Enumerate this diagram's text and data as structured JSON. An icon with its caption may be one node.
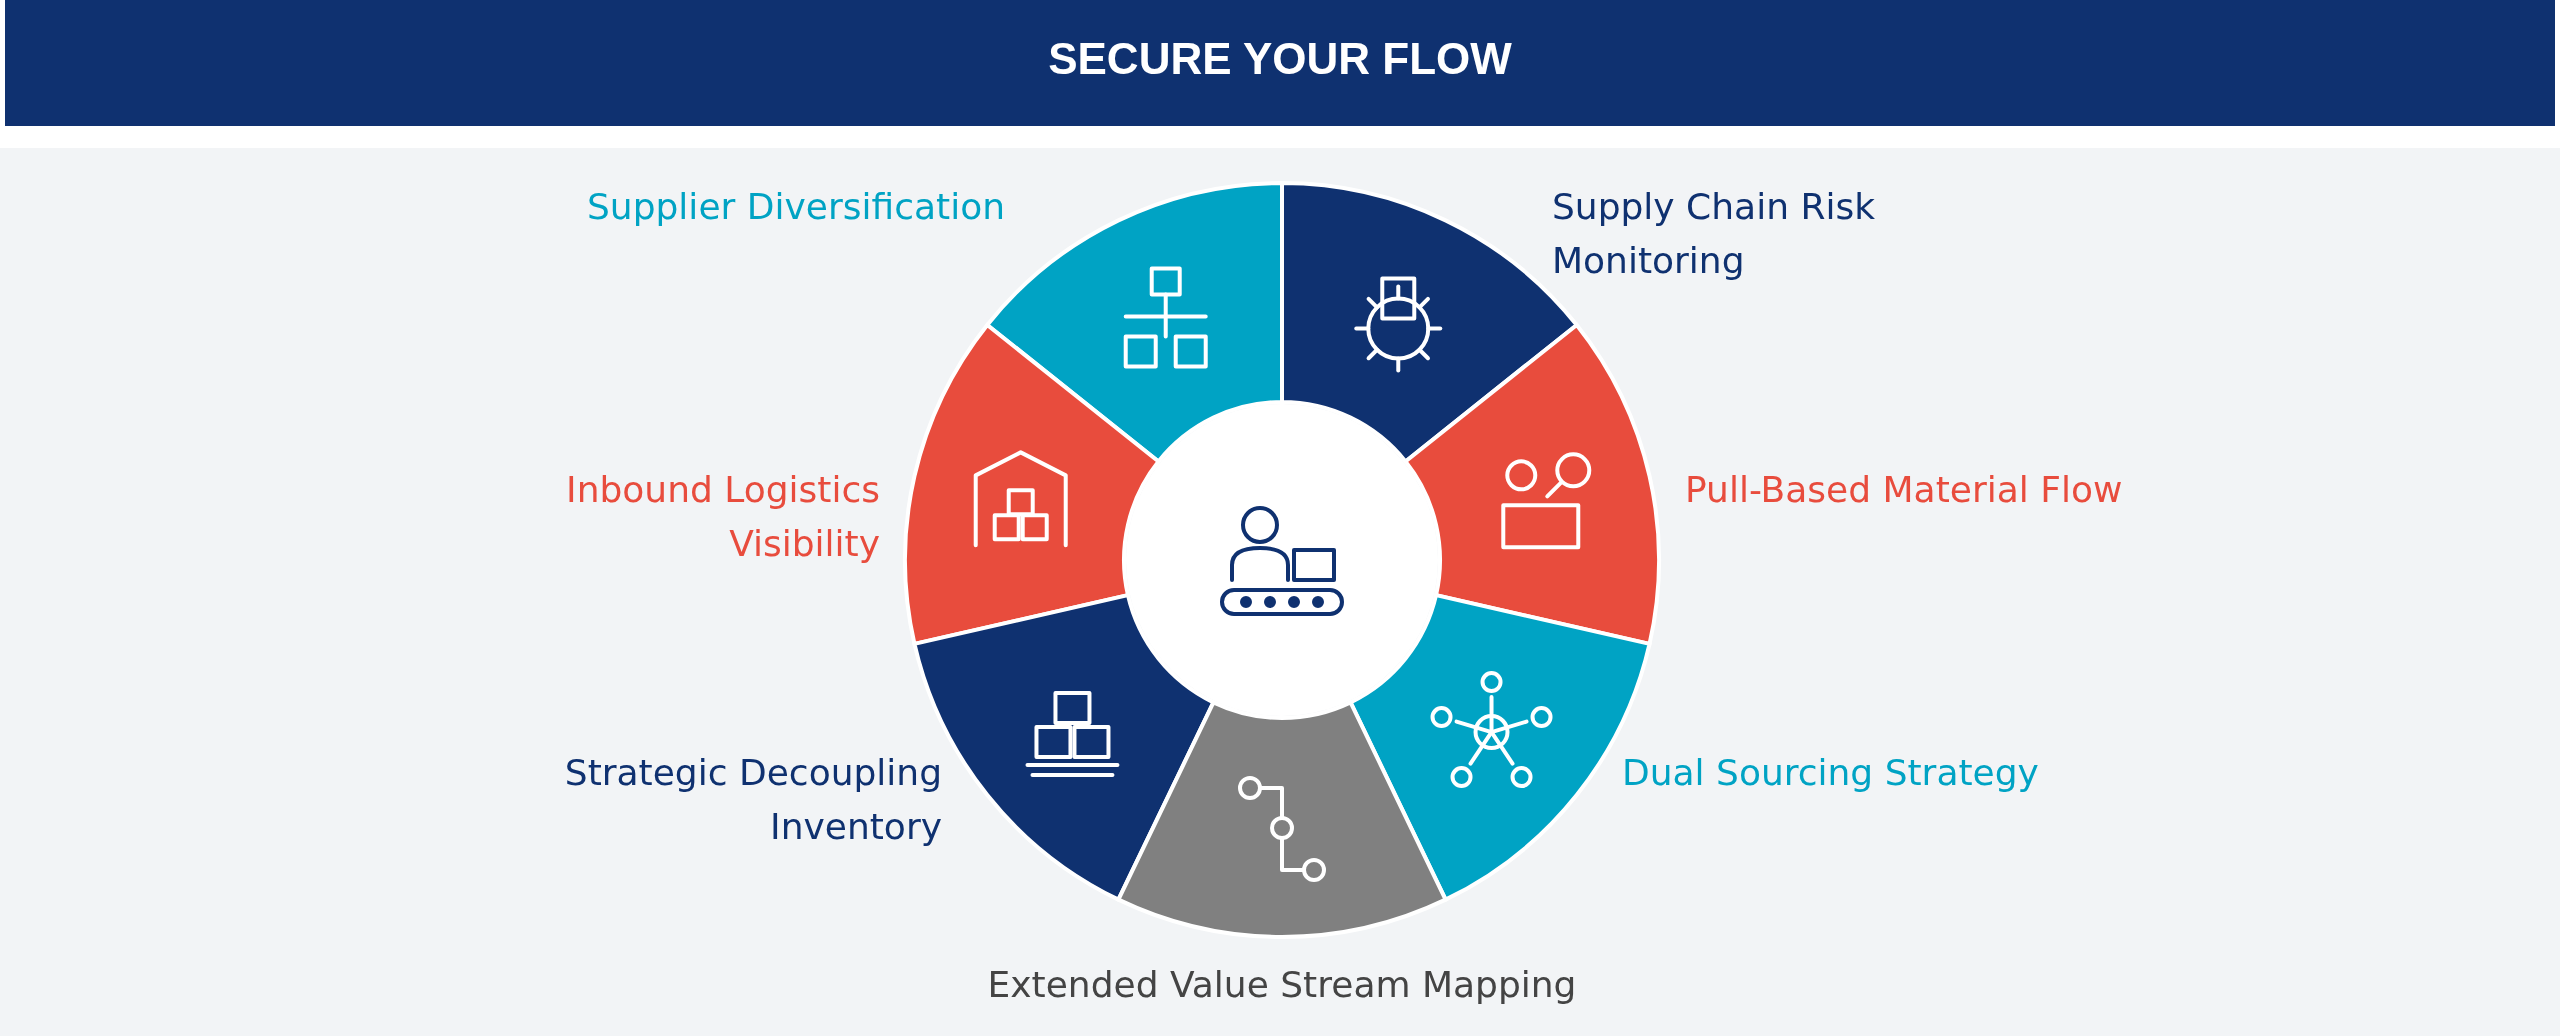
{
  "diagram": {
    "title": "SECURE YOUR FLOW",
    "nodes": [
      {
        "text": [],
        "shape": "circle"
      },
      {
        "text": [],
        "shape": "wedge",
        "beside": [
          "Supplier Diversification"
        ]
      },
      {
        "text": [],
        "shape": "wedge",
        "beside": [
          "Supply Chain Risk Monitoring"
        ]
      },
      {
        "text": [],
        "shape": "wedge",
        "beside": [
          "Inbound Logistics Visibility"
        ]
      },
      {
        "text": [],
        "shape": "wedge",
        "beside": [
          "Pull-Based Material Flow"
        ]
      },
      {
        "text": [],
        "shape": "wedge",
        "beside": [
          "Strategic Decoupling Inventory"
        ]
      },
      {
        "text": [],
        "shape": "wedge",
        "beside": [
          "Dual Sourcing Strategy"
        ]
      },
      {
        "text": [],
        "shape": "wedge",
        "beside": [
          "Extended Value Stream Mapping"
        ]
      }
    ]
  }
}
